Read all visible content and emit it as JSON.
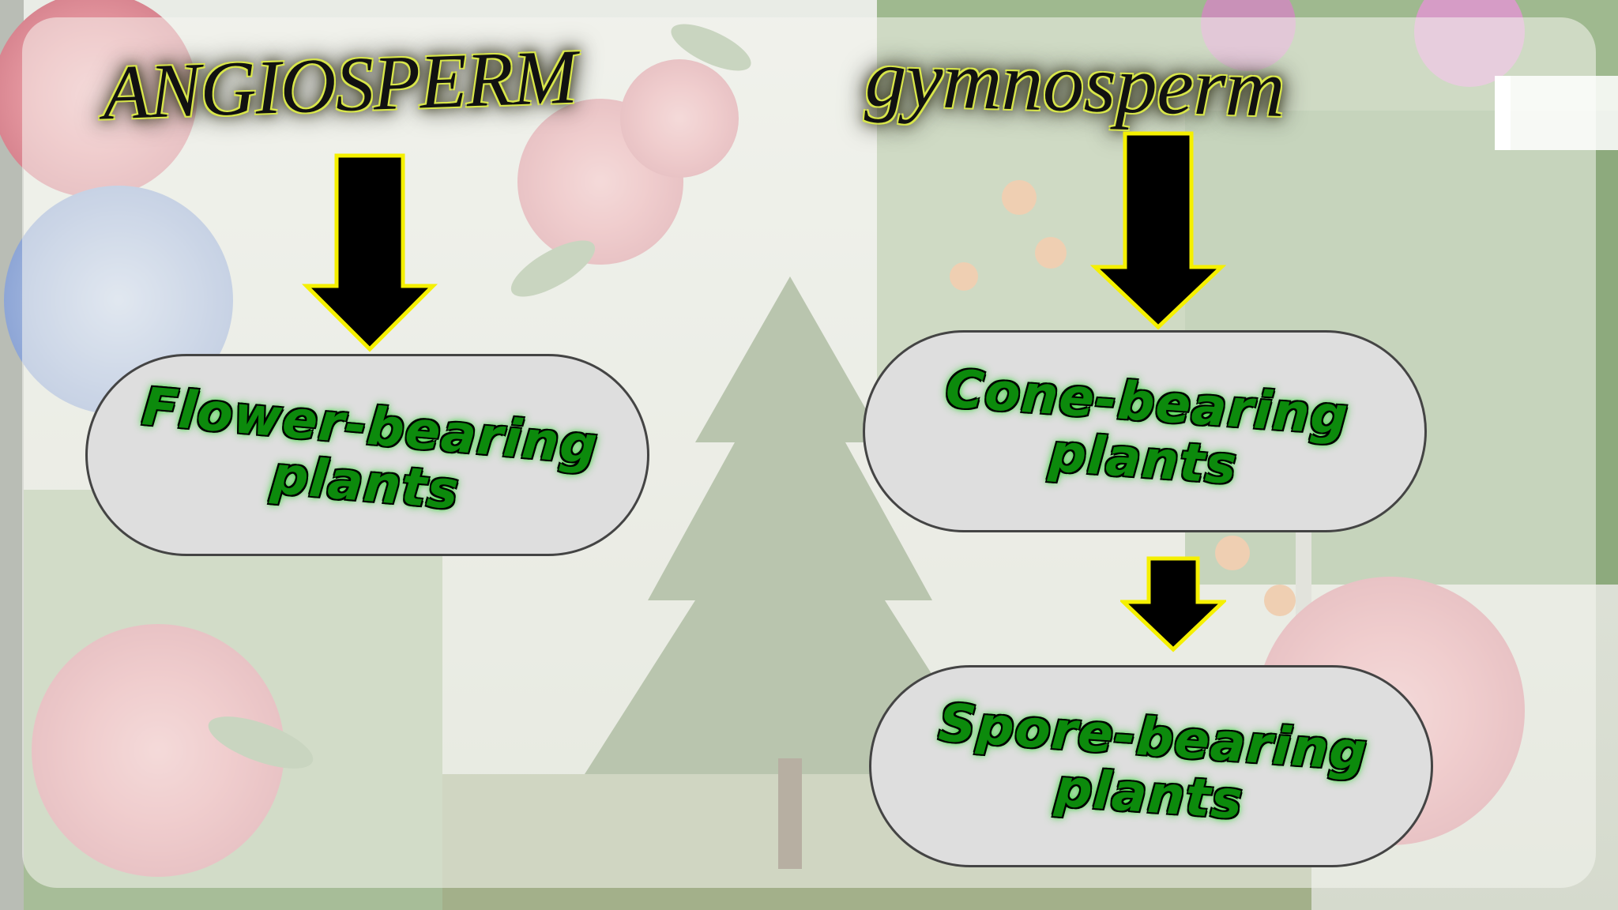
{
  "slide": {
    "heading_left": "ANGIOSPERM",
    "heading_right": "gymnosperm",
    "boxes": [
      {
        "label": "Flower-bearing\nplants"
      },
      {
        "label": "Cone-bearing\nplants"
      },
      {
        "label": "Spore-bearing\nplants"
      }
    ]
  },
  "colors": {
    "arrow_fill": "#000000",
    "arrow_outline": "#f5f000",
    "box_fill": "#dedede",
    "box_border": "#444444",
    "box_text": "#0c8a0c",
    "heading_text": "#111111"
  },
  "icons": [
    "down-arrow-icon"
  ]
}
